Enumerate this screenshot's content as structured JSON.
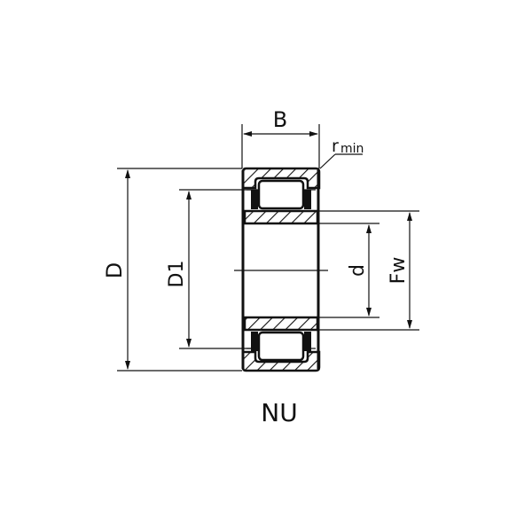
{
  "drawing": {
    "type": "NU",
    "title": "NU",
    "labels": {
      "width": "B",
      "outer_diameter": "D",
      "outer_ring_inner_diameter": "D1",
      "bore_diameter": "d",
      "roller_diameter": "Fw",
      "radius": "r",
      "radius_sub": "min"
    },
    "colors": {
      "line": "#111111",
      "background": "#ffffff"
    }
  }
}
